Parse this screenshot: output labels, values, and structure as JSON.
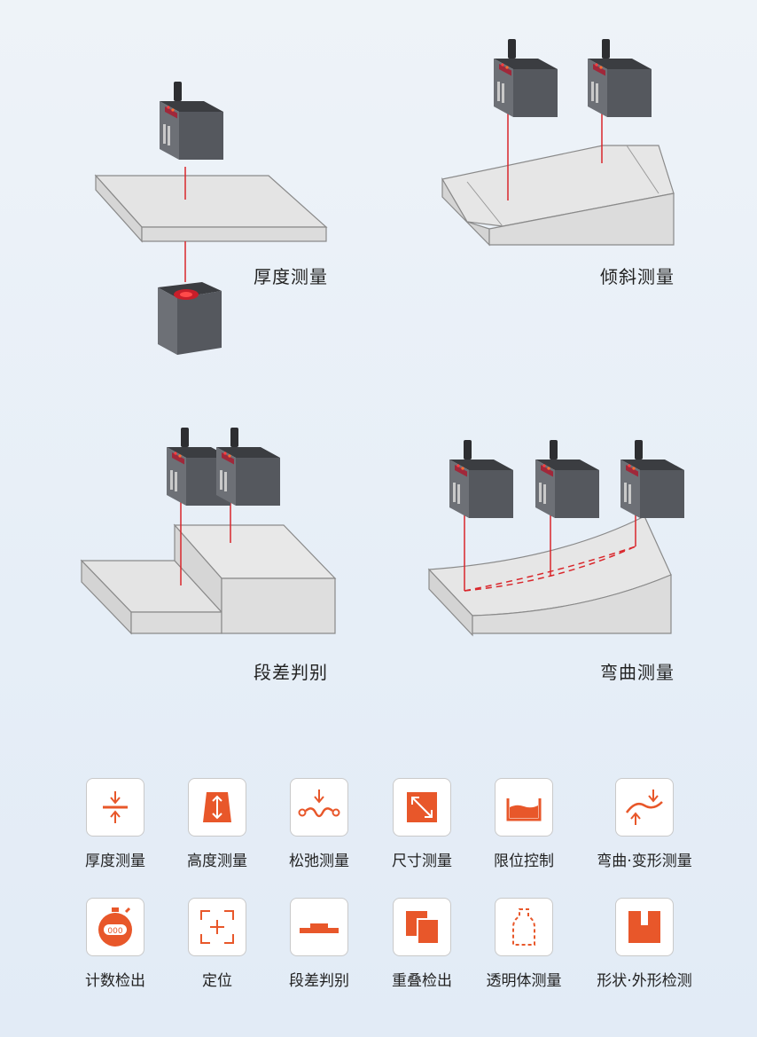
{
  "scenes": {
    "thickness": "厚度测量",
    "tilt": "倾斜测量",
    "step": "段差判别",
    "bend": "弯曲测量"
  },
  "colors": {
    "accent": "#e8572a",
    "laser": "#d9262b",
    "sensor_body": "#505258",
    "plate_fill": "#e4e4e4"
  },
  "icons": {
    "row1": [
      {
        "label": "厚度测量",
        "icon": "thickness-icon"
      },
      {
        "label": "高度测量",
        "icon": "height-icon"
      },
      {
        "label": "松弛测量",
        "icon": "slack-icon"
      },
      {
        "label": "尺寸测量",
        "icon": "dimension-icon"
      },
      {
        "label": "限位控制",
        "icon": "limit-icon"
      },
      {
        "label": "弯曲·变形测量",
        "icon": "bend-deform-icon"
      }
    ],
    "row2": [
      {
        "label": "计数检出",
        "icon": "counter-icon",
        "icon_text": "000"
      },
      {
        "label": "定位",
        "icon": "positioning-icon"
      },
      {
        "label": "段差判别",
        "icon": "step-icon"
      },
      {
        "label": "重叠检出",
        "icon": "overlap-icon"
      },
      {
        "label": "透明体测量",
        "icon": "transparent-icon"
      },
      {
        "label": "形状·外形检测",
        "icon": "shape-icon"
      }
    ]
  }
}
